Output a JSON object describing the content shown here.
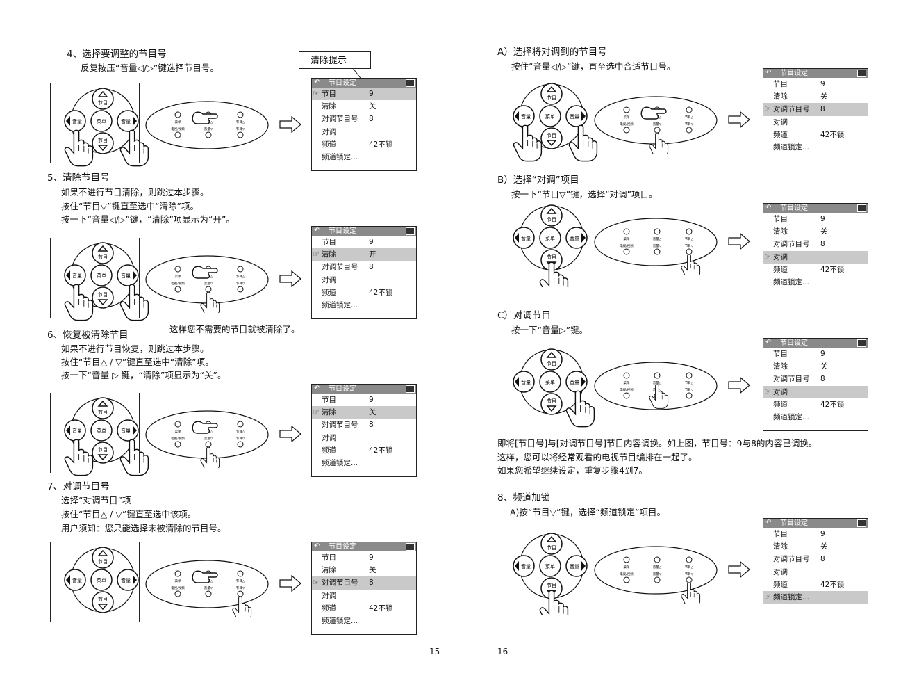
{
  "pages": {
    "left": {
      "number": "15",
      "step4": {
        "title": "4、选择要调整的节目号",
        "lines": [
          "反复按压“音量◁/▷”键选择节目号。"
        ],
        "callout": "清除提示",
        "menu_highlight": 0
      },
      "step5": {
        "title": "5、清除节目号",
        "lines": [
          "如果不进行节目清除，则跳过本步骤。",
          "按住“节目▽”键直至选中“清除”项。",
          "按一下“音量◁/▷”键，“清除”项显示为“开”。"
        ],
        "note": "这样您不需要的节目就被清除了。",
        "menu_highlight": 1,
        "clear_value": "开"
      },
      "step6": {
        "title": "6、恢复被清除节目",
        "lines": [
          "如果不进行节目恢复，则跳过本步骤。",
          "按住“节目△ / ▽”键直至选中“清除”项。",
          "按一下“音量 ▷ 键，“清除”项显示为“关”。"
        ],
        "menu_highlight": 1
      },
      "step7": {
        "title": "7、对调节目号",
        "lines": [
          "选择“对调节目”项",
          "按住“节目△ / ▽”键直至选中该项。",
          "用户须知：您只能选择未被清除的节目号。"
        ],
        "menu_highlight": 2
      }
    },
    "right": {
      "number": "16",
      "stepA": {
        "title": "A）选择将对调到的节目号",
        "lines": [
          "按住“音量◁/▷”键，直至选中合适节目号。"
        ],
        "menu_highlight": 2
      },
      "stepB": {
        "title": "B）选择“对调”项目",
        "lines": [
          "按一下“节目▽”键，选择“对调”项目。"
        ],
        "menu_highlight": 3
      },
      "stepC": {
        "title": "C）对调节目",
        "lines": [
          "按一下“音量▷”键。"
        ],
        "menu_highlight": 3
      },
      "summary": [
        "即将[节目号]与[对调节目号]节目内容调换。如上图，节目号：9与8的内容已调换。",
        "这样，您可以将经常观看的电视节目编排在一起了。",
        "如果您希望继续设定，重复步骤4到7。"
      ],
      "step8": {
        "title": "8、频道加锁",
        "lines": [
          "A)按“节目▽”键，选择“频道锁定”项目。"
        ],
        "menu_highlight": 5
      }
    }
  },
  "menu": {
    "header": "节目设定",
    "rows": [
      {
        "label": "节目",
        "value": "9"
      },
      {
        "label": "清除",
        "value": "关"
      },
      {
        "label": "对调节目号",
        "value": "8"
      },
      {
        "label": "对调",
        "value": ""
      },
      {
        "label": "频道",
        "value": "42不锁"
      },
      {
        "label": "频道锁定...",
        "value": ""
      }
    ]
  },
  "remote": {
    "up_label": "节目",
    "down_label": "节目",
    "left_label": "音量",
    "right_label": "音量",
    "center_label": "菜单"
  },
  "panel": {
    "top_labels": [
      "菜单",
      "音量△",
      "节目△"
    ],
    "bottom_labels": [
      "电视/视频",
      "音量▽",
      "节目▽"
    ]
  },
  "icons": {
    "cursor": "hand-cursor-icon",
    "back": "return-arrow-icon",
    "tv": "tv-icon",
    "arrow": "right-arrow-icon"
  }
}
